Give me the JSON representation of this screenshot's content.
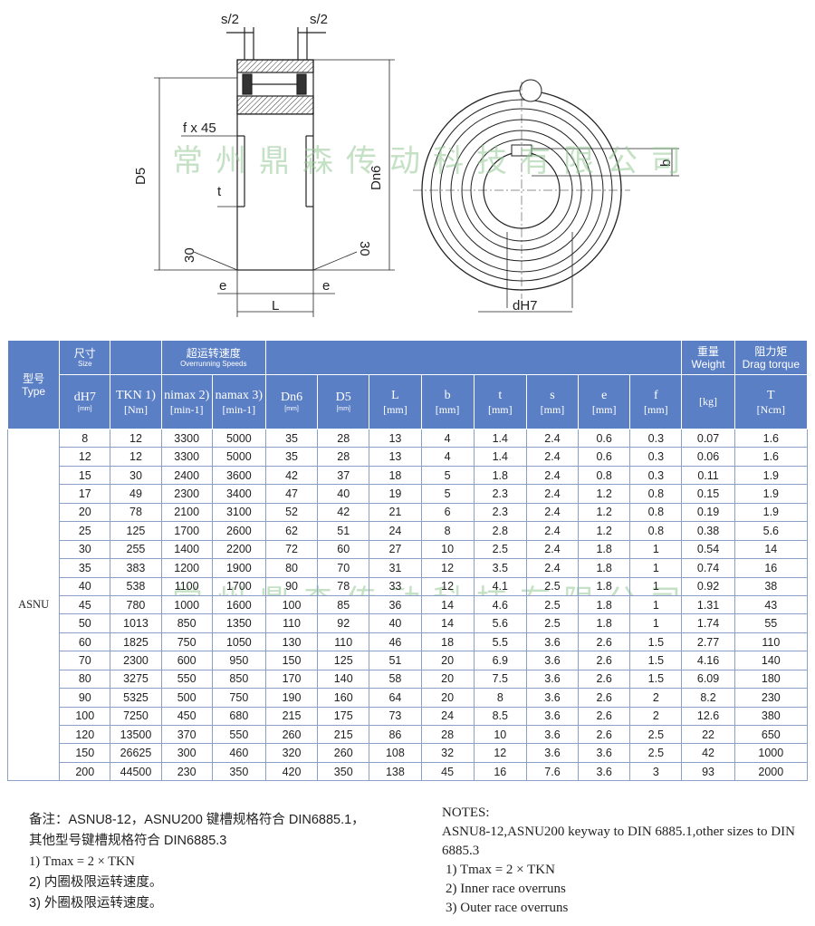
{
  "drawing": {
    "labels": {
      "s_half_left": "s/2",
      "s_half_right": "s/2",
      "chamfer": "f x 45",
      "d5": "D5",
      "dn6": "Dn6",
      "t": "t",
      "angle_left": "30",
      "angle_right": "30",
      "e_left": "e",
      "e_right": "e",
      "length": "L",
      "b": "b",
      "bore": "dH7"
    },
    "watermark": "常州鼎森传动科技有限公司"
  },
  "table": {
    "headers": {
      "type_cn": "型号",
      "type_en": "Type",
      "size_cn": "尺寸",
      "size_en": "Size",
      "speed_cn": "超运转速度",
      "speed_en": "Overrunning Speeds",
      "weight_cn": "重量",
      "weight_en": "Weight",
      "drag_cn": "阻力矩",
      "drag_en": "Drag torque",
      "cols": [
        {
          "sym": "dH7",
          "unit": "[mm]"
        },
        {
          "sym": "TKN 1)",
          "unit": "[Nm]"
        },
        {
          "sym": "nimax 2)",
          "unit": "[min-1]"
        },
        {
          "sym": "namax 3)",
          "unit": "[min-1]"
        },
        {
          "sym": "Dn6",
          "unit": "[mm]"
        },
        {
          "sym": "D5",
          "unit": "[mm]"
        },
        {
          "sym": "L",
          "unit": "[mm]"
        },
        {
          "sym": "b",
          "unit": "[mm]"
        },
        {
          "sym": "t",
          "unit": "[mm]"
        },
        {
          "sym": "s",
          "unit": "[mm]"
        },
        {
          "sym": "e",
          "unit": "[mm]"
        },
        {
          "sym": "f",
          "unit": "[mm]"
        },
        {
          "sym": "",
          "unit": "[kg]"
        },
        {
          "sym": "T",
          "unit": "[Ncm]"
        }
      ]
    },
    "type_name": "ASNU",
    "rows": [
      [
        "8",
        "12",
        "3300",
        "5000",
        "35",
        "28",
        "13",
        "4",
        "1.4",
        "2.4",
        "0.6",
        "0.3",
        "0.07",
        "1.6"
      ],
      [
        "12",
        "12",
        "3300",
        "5000",
        "35",
        "28",
        "13",
        "4",
        "1.4",
        "2.4",
        "0.6",
        "0.3",
        "0.06",
        "1.6"
      ],
      [
        "15",
        "30",
        "2400",
        "3600",
        "42",
        "37",
        "18",
        "5",
        "1.8",
        "2.4",
        "0.8",
        "0.3",
        "0.11",
        "1.9"
      ],
      [
        "17",
        "49",
        "2300",
        "3400",
        "47",
        "40",
        "19",
        "5",
        "2.3",
        "2.4",
        "1.2",
        "0.8",
        "0.15",
        "1.9"
      ],
      [
        "20",
        "78",
        "2100",
        "3100",
        "52",
        "42",
        "21",
        "6",
        "2.3",
        "2.4",
        "1.2",
        "0.8",
        "0.19",
        "1.9"
      ],
      [
        "25",
        "125",
        "1700",
        "2600",
        "62",
        "51",
        "24",
        "8",
        "2.8",
        "2.4",
        "1.2",
        "0.8",
        "0.38",
        "5.6"
      ],
      [
        "30",
        "255",
        "1400",
        "2200",
        "72",
        "60",
        "27",
        "10",
        "2.5",
        "2.4",
        "1.8",
        "1",
        "0.54",
        "14"
      ],
      [
        "35",
        "383",
        "1200",
        "1900",
        "80",
        "70",
        "31",
        "12",
        "3.5",
        "2.4",
        "1.8",
        "1",
        "0.74",
        "16"
      ],
      [
        "40",
        "538",
        "1100",
        "1700",
        "90",
        "78",
        "33",
        "12",
        "4.1",
        "2.5",
        "1.8",
        "1",
        "0.92",
        "38"
      ],
      [
        "45",
        "780",
        "1000",
        "1600",
        "100",
        "85",
        "36",
        "14",
        "4.6",
        "2.5",
        "1.8",
        "1",
        "1.31",
        "43"
      ],
      [
        "50",
        "1013",
        "850",
        "1350",
        "110",
        "92",
        "40",
        "14",
        "5.6",
        "2.5",
        "1.8",
        "1",
        "1.74",
        "55"
      ],
      [
        "60",
        "1825",
        "750",
        "1050",
        "130",
        "110",
        "46",
        "18",
        "5.5",
        "3.6",
        "2.6",
        "1.5",
        "2.77",
        "110"
      ],
      [
        "70",
        "2300",
        "600",
        "950",
        "150",
        "125",
        "51",
        "20",
        "6.9",
        "3.6",
        "2.6",
        "1.5",
        "4.16",
        "140"
      ],
      [
        "80",
        "3275",
        "550",
        "850",
        "170",
        "140",
        "58",
        "20",
        "7.5",
        "3.6",
        "2.6",
        "1.5",
        "6.09",
        "180"
      ],
      [
        "90",
        "5325",
        "500",
        "750",
        "190",
        "160",
        "64",
        "20",
        "8",
        "3.6",
        "2.6",
        "2",
        "8.2",
        "230"
      ],
      [
        "100",
        "7250",
        "450",
        "680",
        "215",
        "175",
        "73",
        "24",
        "8.5",
        "3.6",
        "2.6",
        "2",
        "12.6",
        "380"
      ],
      [
        "120",
        "13500",
        "370",
        "550",
        "260",
        "215",
        "86",
        "28",
        "10",
        "3.6",
        "2.6",
        "2.5",
        "22",
        "650"
      ],
      [
        "150",
        "26625",
        "300",
        "460",
        "320",
        "260",
        "108",
        "32",
        "12",
        "3.6",
        "3.6",
        "2.5",
        "42",
        "1000"
      ],
      [
        "200",
        "44500",
        "230",
        "350",
        "420",
        "350",
        "138",
        "45",
        "16",
        "7.6",
        "3.6",
        "3",
        "93",
        "2000"
      ]
    ]
  },
  "notes_cn": {
    "line1": "备注：ASNU8-12，ASNU200 键槽规格符合 DIN6885.1，",
    "line2": "其他型号键槽规格符合 DIN6885.3",
    "line3": "1) Tmax = 2 × TKN",
    "line4": "2) 内圈极限运转速度。",
    "line5": "3) 外圈极限运转速度。"
  },
  "notes_en": {
    "title": "NOTES:",
    "line1": "ASNU8-12,ASNU200 keyway to DIN 6885.1,other   sizes to DIN 6885.3",
    "line2": "1) Tmax = 2 × TKN",
    "line3": "2) Inner race overruns",
    "line4": "3) Outer race overruns"
  }
}
